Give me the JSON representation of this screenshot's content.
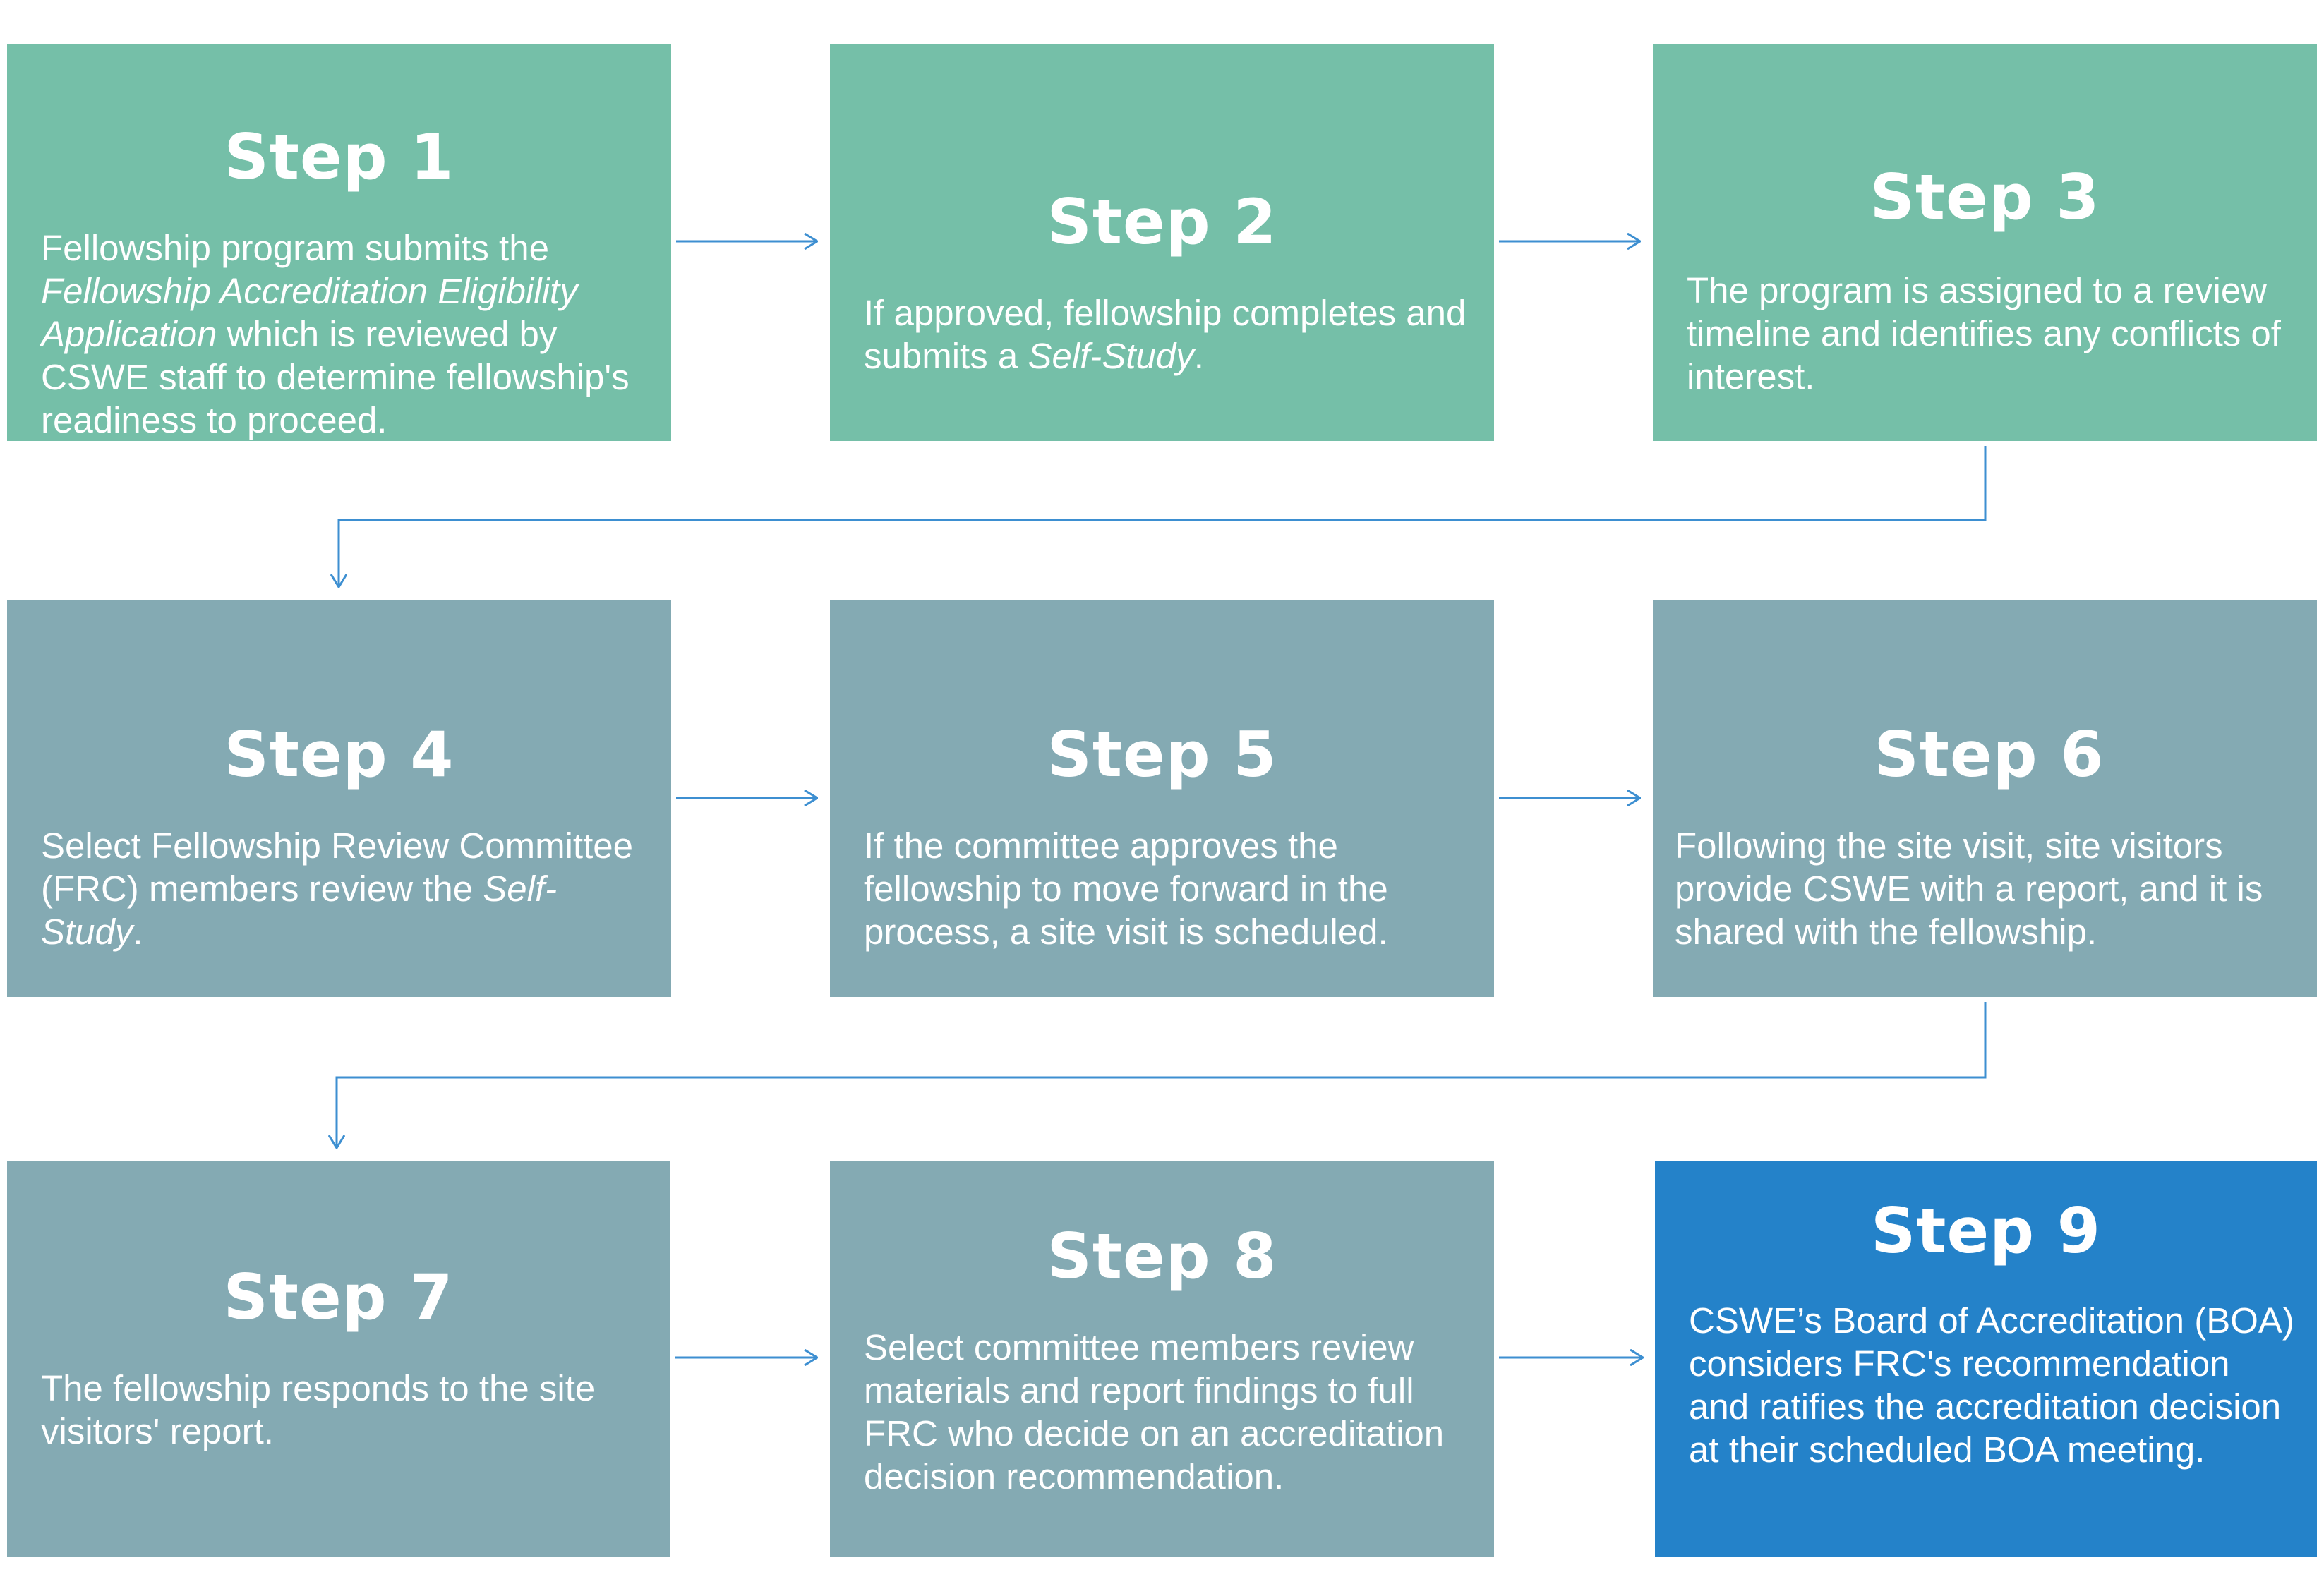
{
  "steps": [
    {
      "title": "Step 1",
      "parts": [
        {
          "text": "Fellowship program submits the ",
          "italic": false
        },
        {
          "text": "Fellowship Accreditation Eligibility Application",
          "italic": true
        },
        {
          "text": " which is reviewed by CSWE staff to determine fellowship's readiness to proceed.",
          "italic": false
        }
      ],
      "color": "#75bfa8"
    },
    {
      "title": "Step 2",
      "parts": [
        {
          "text": "If approved, fellowship completes and submits a ",
          "italic": false
        },
        {
          "text": "Self-Study",
          "italic": true
        },
        {
          "text": ".",
          "italic": false
        }
      ],
      "color": "#75bfa8"
    },
    {
      "title": "Step 3",
      "parts": [
        {
          "text": "The program is assigned to a review timeline and identifies any conflicts of interest.",
          "italic": false
        }
      ],
      "color": "#75bfa8"
    },
    {
      "title": "Step 4",
      "parts": [
        {
          "text": "Select Fellowship Review Committee (FRC) members review the ",
          "italic": false
        },
        {
          "text": "Self-Study",
          "italic": true
        },
        {
          "text": ".",
          "italic": false
        }
      ],
      "color": "#84aab3"
    },
    {
      "title": "Step 5",
      "parts": [
        {
          "text": "If the committee approves the fellowship to move forward in the process, a site visit is scheduled.",
          "italic": false
        }
      ],
      "color": "#84aab3"
    },
    {
      "title": "Step 6",
      "parts": [
        {
          "text": "Following the site visit, site visitors provide CSWE with a report, and it is shared with the fellowship.",
          "italic": false
        }
      ],
      "color": "#84aab3"
    },
    {
      "title": "Step 7",
      "parts": [
        {
          "text": "The fellowship responds to the site visitors' report.",
          "italic": false
        }
      ],
      "color": "#84aab3"
    },
    {
      "title": "Step 8",
      "parts": [
        {
          "text": "Select committee members review materials and report findings to full FRC who decide on an accreditation decision recommendation.",
          "italic": false
        }
      ],
      "color": "#84aab3"
    },
    {
      "title": "Step 9",
      "parts": [
        {
          "text": "CSWE’s Board of Accreditation (BOA) considers FRC's recommendation and ratifies the accreditation decision at their scheduled BOA meeting.",
          "italic": false
        }
      ],
      "color": "#2482c9"
    }
  ],
  "connector_color": "#3d8fd1"
}
